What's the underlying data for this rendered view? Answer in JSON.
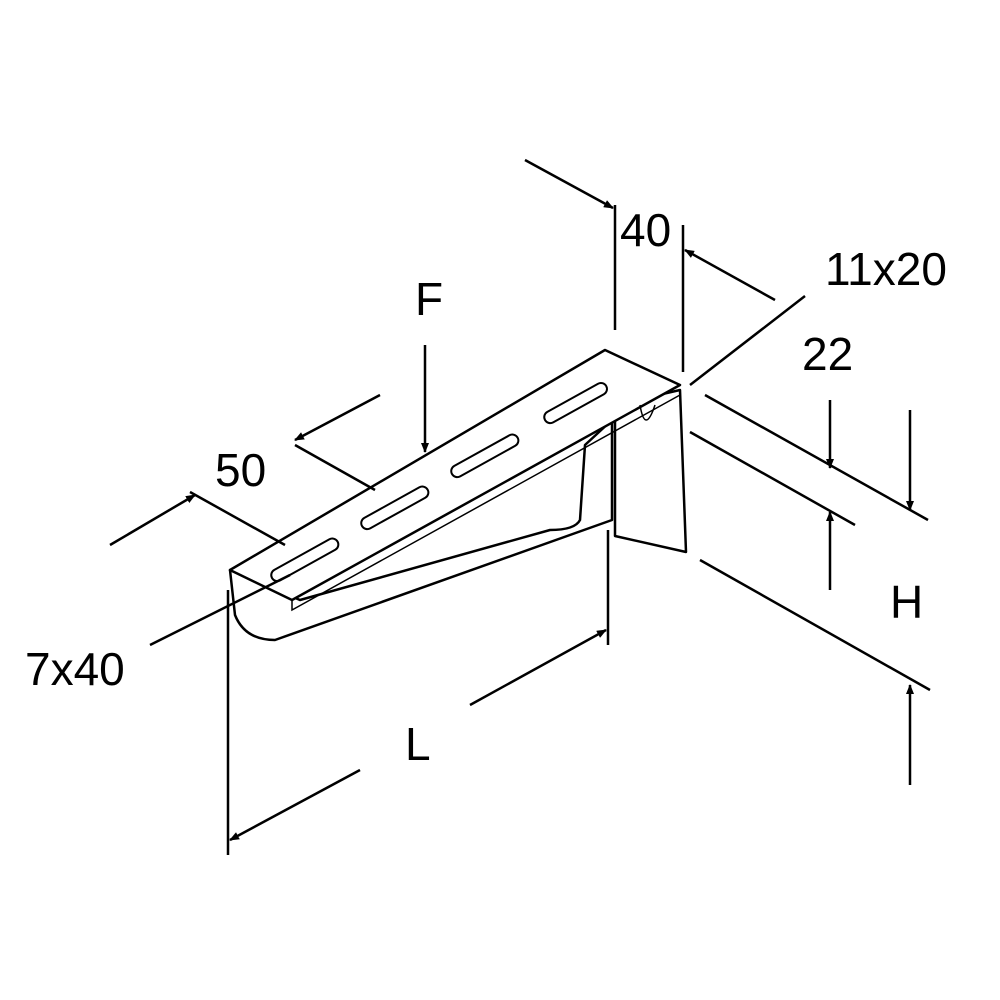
{
  "drawing": {
    "title": "Wall bracket dimension drawing",
    "labels": {
      "width_top": "40",
      "hole": "11x20",
      "flange": "22",
      "force": "F",
      "slot_pitch": "50",
      "height": "H",
      "slot": "7x40",
      "length": "L"
    }
  }
}
